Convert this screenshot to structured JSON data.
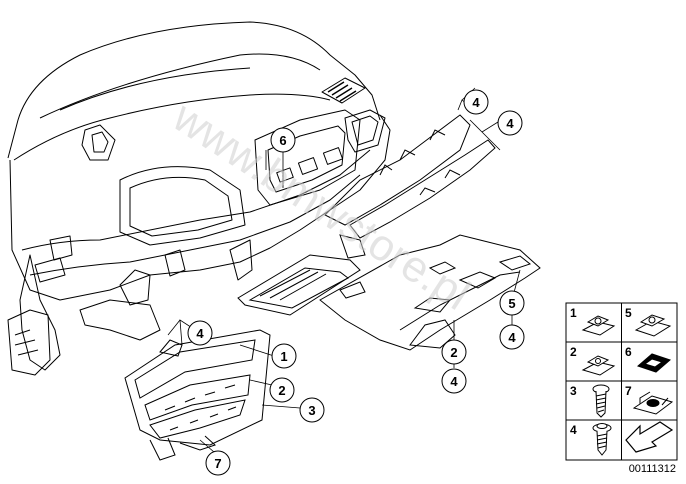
{
  "watermark": "www.bmwstore.pl",
  "diagram_id": "00111312",
  "callouts": [
    {
      "id": "c6",
      "label": "6"
    },
    {
      "id": "c4a",
      "label": "4"
    },
    {
      "id": "c4b",
      "label": "4"
    },
    {
      "id": "c4c",
      "label": "4"
    },
    {
      "id": "c1",
      "label": "1"
    },
    {
      "id": "c2a",
      "label": "2"
    },
    {
      "id": "c3",
      "label": "3"
    },
    {
      "id": "c7",
      "label": "7"
    },
    {
      "id": "c2b",
      "label": "2"
    },
    {
      "id": "c4d",
      "label": "4"
    },
    {
      "id": "c5",
      "label": "5"
    },
    {
      "id": "c4e",
      "label": "4"
    }
  ],
  "legend": [
    {
      "num": "1",
      "part": "clip-nut"
    },
    {
      "num": "5",
      "part": "clip-nut-wide"
    },
    {
      "num": "2",
      "part": "spring-nut"
    },
    {
      "num": "6",
      "part": "grommet"
    },
    {
      "num": "3",
      "part": "screw"
    },
    {
      "num": "7",
      "part": "retainer-clip"
    },
    {
      "num": "4",
      "part": "screw-washer"
    },
    {
      "num": "",
      "part": "arrow-pointer"
    }
  ]
}
